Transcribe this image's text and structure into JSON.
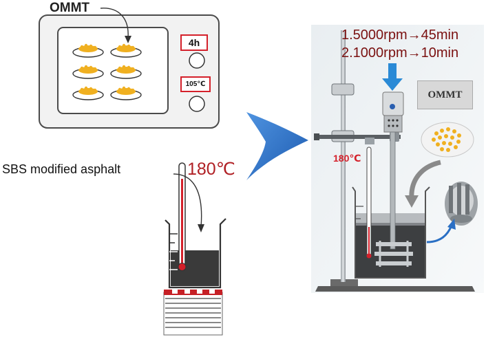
{
  "oven": {
    "label": "OMMT",
    "time": "4h",
    "temperature": "105℃"
  },
  "asphalt": {
    "label": "SBS modified asphalt",
    "temperature": "180℃"
  },
  "shearing": {
    "step1": "1.5000rpm→45min",
    "step2": "2.1000rpm→10min",
    "temperature": "180℃",
    "material": "OMMT"
  },
  "colors": {
    "accent_red": "#d4202a",
    "arrow_blue": "#2a6fc4",
    "asphalt": "#3a3a3a",
    "granule": "#f0b020"
  },
  "icons": [
    "oven-icon",
    "beaker-icon",
    "thermometer-icon",
    "hot-plate-icon",
    "stirrer-icon",
    "shear-head-icon",
    "process-arrow-icon"
  ]
}
